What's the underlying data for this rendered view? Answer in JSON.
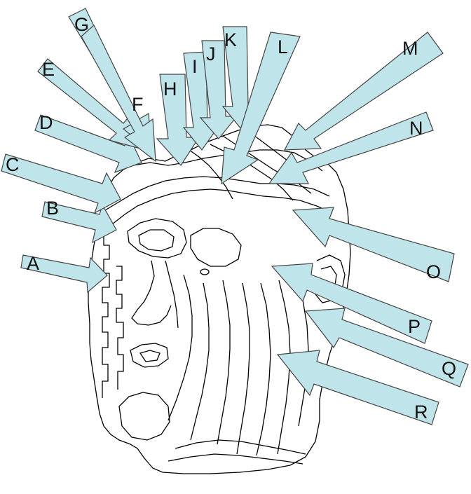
{
  "colors": {
    "arrow_fill": "#bfe4ea",
    "arrow_stroke": "#444444",
    "outline": "#000000",
    "background": "#ffffff"
  },
  "arrow_labels": {
    "A": "A",
    "B": "B",
    "C": "C",
    "D": "D",
    "E": "E",
    "F": "F",
    "G": "G",
    "H": "H",
    "I": "I",
    "J": "J",
    "K": "K",
    "L": "L",
    "M": "M",
    "N": "N",
    "O": "O",
    "P": "P",
    "Q": "Q",
    "R": "R"
  }
}
